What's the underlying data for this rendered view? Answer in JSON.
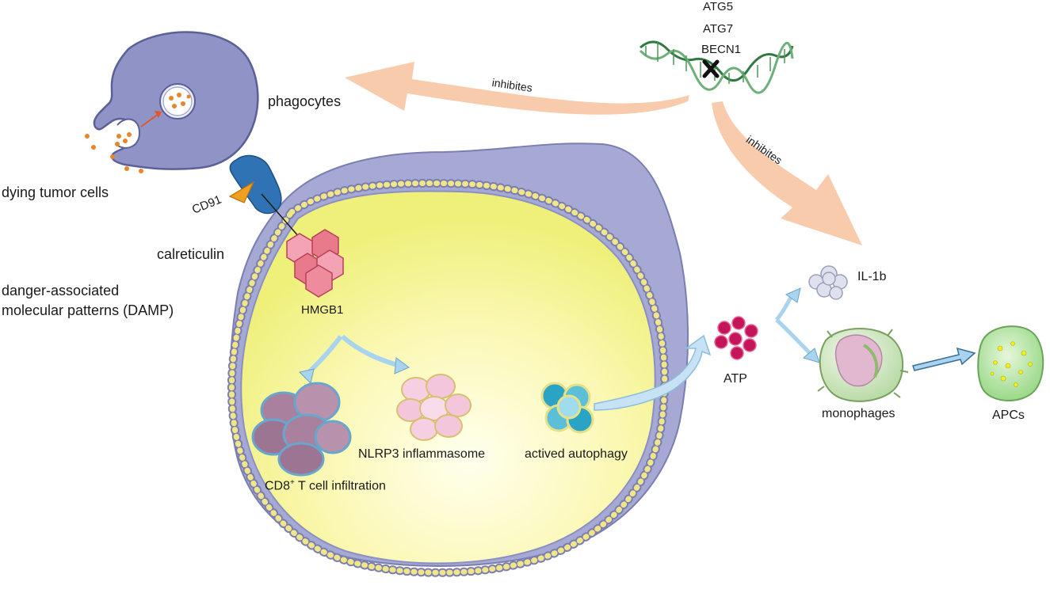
{
  "genes": {
    "atg5": "ATG5",
    "atg7": "ATG7",
    "becn1": "BECN1"
  },
  "labels": {
    "phagocytes": "phagocytes",
    "dying_tumor_cells": "dying tumor cells",
    "cd91": "CD91",
    "calreticulin": "calreticulin",
    "damp_line1": "danger-associated",
    "damp_line2": "molecular patterns (DAMP)",
    "hmgb1": "HMGB1",
    "cd8_prefix": "CD8",
    "cd8_sup": "+",
    "cd8_suffix": " T cell infiltration",
    "nlrp3": "NLRP3 inflammasome",
    "autophagy": "actived autophagy",
    "atp": "ATP",
    "il1b": "IL-1b",
    "monophages": "monophages",
    "apcs": "APCs",
    "inhibites_left": "inhibites",
    "inhibites_right": "inhibites"
  },
  "colors": {
    "tumor_cytoplasm": "#f9f6a8",
    "tumor_membrane": "#8b8fc4",
    "tumor_outer": "#a5a9d4",
    "phagocyte": "#8f93c6",
    "inhibit_arrow": "#f6c5a4",
    "blue_arrow": "#a9d3ef",
    "hmgb1": "#e87a8c",
    "cd8_cell": "#a9809e",
    "nlrp3": "#f3c6dc",
    "autophagy": "#2aa3c4",
    "atp": "#c4155a",
    "il1b": "#d8dce8",
    "macrophage": "#c9e3b5",
    "apc": "#9fdc8f",
    "dna": "#3a8a4a"
  }
}
